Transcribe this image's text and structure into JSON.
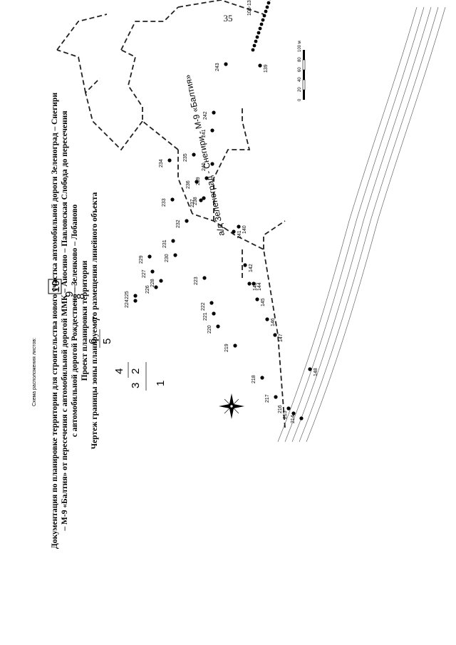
{
  "page": {
    "number": "35"
  },
  "header": {
    "line1": "Документация по планировке территории для строительства нового участка автомобильной дороги Зеленоград – Снегири",
    "line2": "– М-9 «Балтия» от пересечения с автомобильной дорогой ММК – Аносино – Павловская Слобода до пересечения",
    "line3": "с автомобильной дорогой Рождествено – Зеленково – Лобаново",
    "line4": "Проект планировки территории",
    "line5": "Чертеж границы зоны планируемого размещения линейного объекта"
  },
  "sheet_scheme": {
    "title": "Схема расположения листов:",
    "sheets": [
      "1",
      "2",
      "3",
      "4",
      "5",
      "6",
      "7",
      "8",
      "9",
      "10"
    ],
    "current": "10"
  },
  "map": {
    "road_label_main": "а/д Зеленоград - Снегири - М-9 «Балтия»",
    "points_text": [
      "139",
      "140",
      "141",
      "142",
      "143",
      "144",
      "145",
      "146",
      "147",
      "148",
      "214",
      "215",
      "216",
      "217",
      "218",
      "219",
      "220",
      "221",
      "222",
      "223",
      "224",
      "225",
      "226",
      "227",
      "228",
      "229",
      "230",
      "231",
      "232",
      "233",
      "234",
      "235",
      "236",
      "237",
      "238",
      "239",
      "240",
      "241",
      "242",
      "243"
    ],
    "range_label": "103-132"
  },
  "scale_bar": {
    "ticks": [
      "0",
      "20",
      "40",
      "60",
      "80",
      "100 м"
    ]
  }
}
